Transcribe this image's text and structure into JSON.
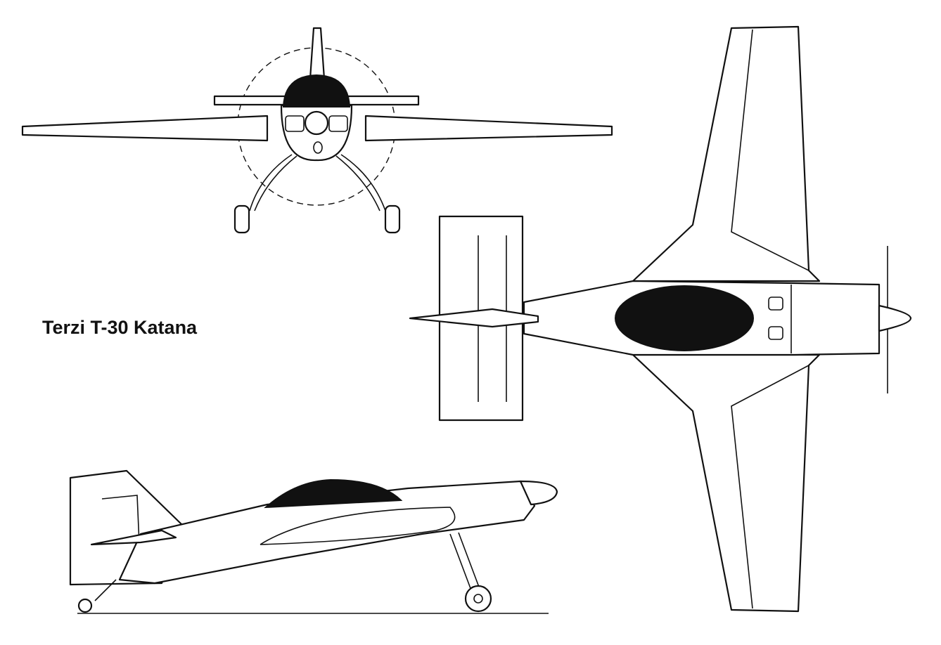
{
  "title": "Terzi T-30 Katana",
  "views": [
    "front-view",
    "top-view",
    "side-view"
  ],
  "colors": {
    "ink": "#111111",
    "paper": "#ffffff"
  }
}
